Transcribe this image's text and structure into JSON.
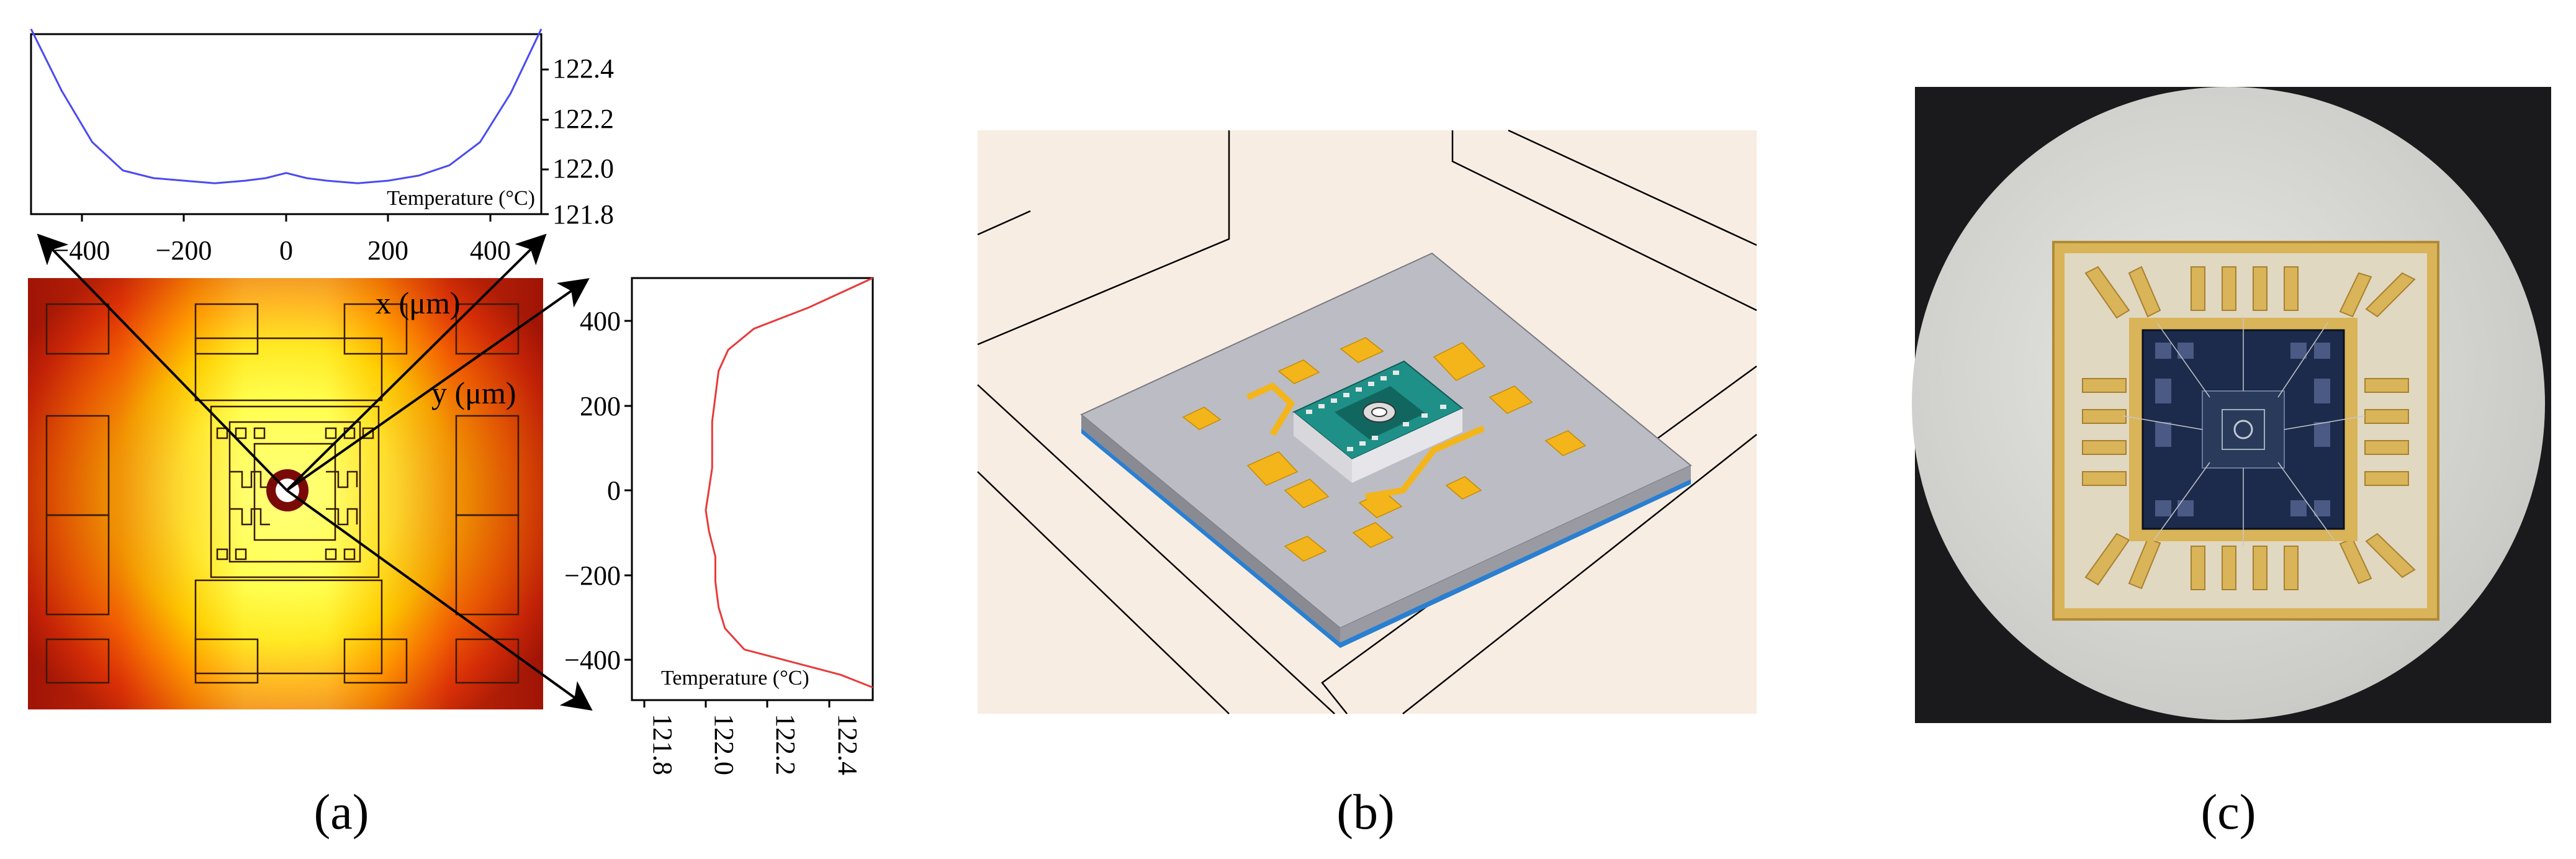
{
  "panels": {
    "a": {
      "label": "(a)",
      "top_plot": {
        "ylabel": "Temperature (°C)",
        "yticks": [
          "122.4",
          "122.2",
          "122.0",
          "121.8"
        ],
        "xticks": [
          "−400",
          "−200",
          "0",
          "200",
          "400"
        ]
      },
      "right_plot": {
        "xlabel": "Temperature (°C)",
        "xticks": [
          "121.8",
          "122.0",
          "122.2",
          "122.4"
        ],
        "yticks": [
          "400",
          "200",
          "0",
          "−200",
          "−400"
        ]
      },
      "map_labels": {
        "x_axis": "x (μm)",
        "y_axis": "y (μm)"
      },
      "colors": {
        "top_curve": "#4a4af0",
        "right_curve": "#e83a3a",
        "hot": "#ffff60",
        "cold": "#b81a08"
      }
    },
    "b": {
      "label": "(b)",
      "colors": {
        "substrate": "#babac2",
        "pads": "#f3b51a",
        "chip": "#1e9088",
        "plane": "#f8ede2"
      }
    },
    "c": {
      "label": "(c)",
      "colors": {
        "background": "#1a1a1c",
        "dish": "#dcdcd8",
        "gold": "#d9b458",
        "die": "#1c2a4c"
      }
    }
  },
  "chart_data": [
    {
      "type": "line",
      "xlabel": "",
      "ylabel": "Temperature (°C)",
      "xlim": [
        -500,
        500
      ],
      "ylim": [
        121.8,
        122.5
      ],
      "series": [
        {
          "x": [
            -500,
            -440,
            -380,
            -320,
            -260,
            -200,
            -140,
            -80,
            -40,
            0,
            40,
            80,
            140,
            200,
            260,
            320,
            380,
            440,
            500
          ],
          "y": [
            122.52,
            122.28,
            122.08,
            121.97,
            121.94,
            121.93,
            121.92,
            121.93,
            121.94,
            121.96,
            121.94,
            121.93,
            121.92,
            121.93,
            121.95,
            121.99,
            122.08,
            122.27,
            122.52
          ]
        }
      ]
    },
    {
      "type": "line",
      "xlabel": "Temperature (°C)",
      "ylabel": "",
      "xlim": [
        121.8,
        122.55
      ],
      "ylim": [
        -500,
        500
      ],
      "series": [
        {
          "x": [
            122.55,
            122.35,
            122.18,
            122.1,
            122.07,
            122.06,
            122.05,
            122.05,
            122.05,
            122.04,
            122.03,
            122.04,
            122.06,
            122.06,
            122.07,
            122.09,
            122.15,
            122.3,
            122.45,
            122.55
          ],
          "y": [
            500,
            430,
            380,
            330,
            280,
            220,
            160,
            100,
            50,
            0,
            -50,
            -100,
            -160,
            -220,
            -280,
            -330,
            -380,
            -410,
            -440,
            -470
          ]
        }
      ]
    }
  ]
}
